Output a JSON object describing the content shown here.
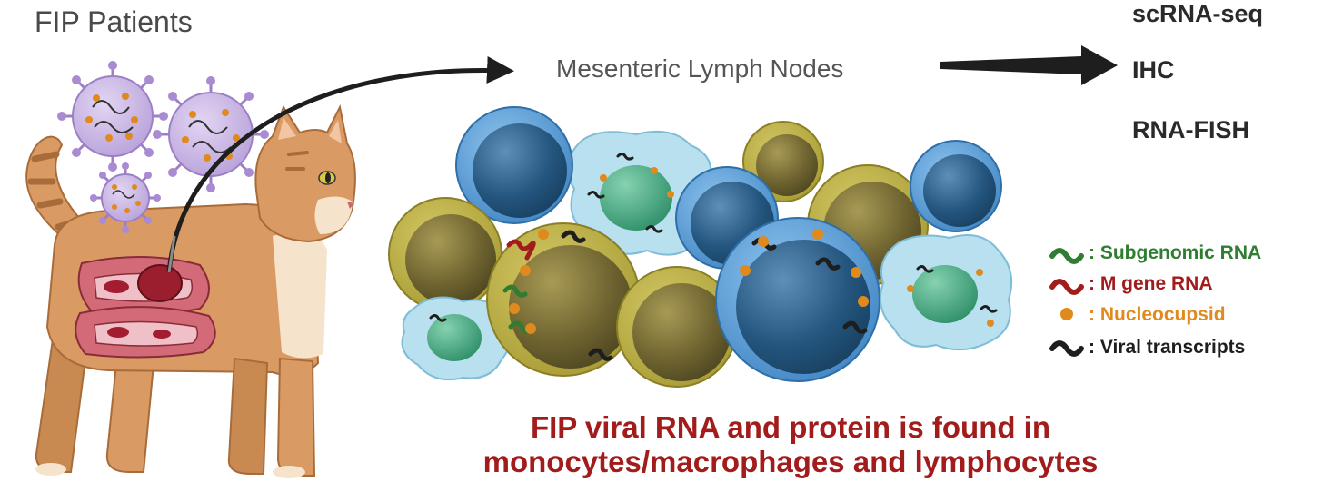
{
  "title": "FIP Patients",
  "mesenteric_label": "Mesenteric Lymph Nodes",
  "methods": [
    "scRNA-seq",
    "IHC",
    "RNA-FISH"
  ],
  "legend": [
    {
      "label": ": Subgenomic RNA",
      "color": "#2f7d32",
      "icon": "squiggle-icon"
    },
    {
      "label": ": M gene RNA",
      "color": "#a31c1c",
      "icon": "squiggle-icon"
    },
    {
      "label": ": Nucleocupsid",
      "color": "#e08a1e",
      "icon": "dot-icon"
    },
    {
      "label": ": Viral transcripts",
      "color": "#1e1e1e",
      "icon": "squiggle-icon"
    }
  ],
  "conclusion": {
    "line1": "FIP viral RNA and protein is found in",
    "line2": "monocytes/macrophages and lymphocytes",
    "color": "#a31c1c"
  },
  "colors": {
    "virus": "#b89ad8",
    "lymphocyte_blue": "#4f8fc7",
    "lymphocyte_olive": "#b6aa3a",
    "macrophage": "#a9d8ea",
    "nucleus_green": "#3aa07c",
    "cat": "#d99a63"
  }
}
